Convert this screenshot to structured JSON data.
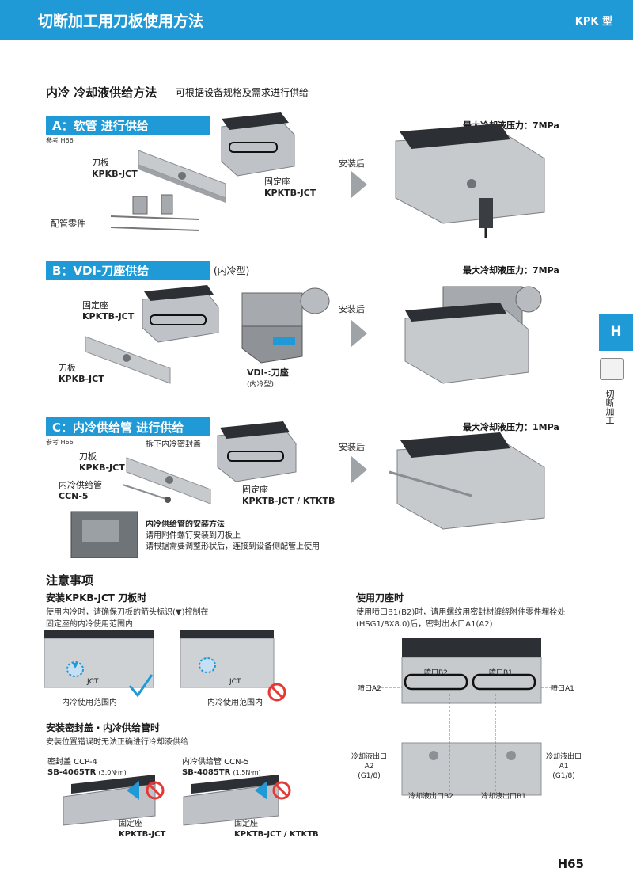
{
  "header": {
    "title": "切断加工用刀板使用方法",
    "type": "KPK 型"
  },
  "section": {
    "title": "内冷 冷却液供给方法",
    "subtitle": "可根据设备规格及需求进行供给"
  },
  "a": {
    "bar": "A：软管 进行供给",
    "ref": "参考 H66",
    "blade_cn": "刀板",
    "blade_code": "KPKB-JCT",
    "holder_cn": "固定座",
    "holder_code": "KPKTB-JCT",
    "parts": "配管零件",
    "after": "安装后",
    "pressure": "最大冷却液压力：7MPa"
  },
  "b": {
    "bar": "B：VDI-刀座供给",
    "paren": "(内冷型)",
    "holder_cn": "固定座",
    "holder_code": "KPKTB-JCT",
    "blade_cn": "刀板",
    "blade_code": "KPKB-JCT",
    "vdi": "VDI-:刀座",
    "vdi_sub": "(内冷型)",
    "after": "安装后",
    "pressure": "最大冷却液压力：7MPa"
  },
  "c": {
    "bar": "C：内冷供给管 进行供给",
    "ref": "参考 H66",
    "remove": "拆下内冷密封盖",
    "blade_cn": "刀板",
    "blade_code": "KPKB-JCT",
    "pipe_cn": "内冷供给管",
    "pipe_code": "CCN-5",
    "holder_cn": "固定座",
    "holder_code": "KPKTB-JCT / KTKTB",
    "install_title": "内冷供给管的安装方法",
    "install_1": "请用附件螺钉安装到刀板上",
    "install_2": "请根据需要调整形状后，连接到设备侧配管上使用",
    "after": "安装后",
    "pressure": "最大冷却液压力：1MPa"
  },
  "side": {
    "tab": "H",
    "label": "切断加工"
  },
  "notes": {
    "title": "注意事项",
    "s1_title": "安装KPKB-JCT 刀板时",
    "s1_text1": "使用内冷时，请确保刀板的箭头标识(▼)控制在",
    "s1_text2": "固定座的内冷使用范围内",
    "range1": "内冷使用范围内",
    "range2": "内冷使用范围内",
    "jct": "JCT",
    "s2_title": "安装密封盖・内冷供给管时",
    "s2_text": "安装位置错误时无法正确进行冷却液供给",
    "cap_label": "密封盖 CCP-4",
    "cap_screw": "SB-4065TR",
    "cap_torque": "(3.0N·m)",
    "cap_holder_cn": "固定座",
    "cap_holder_code": "KPKTB-JCT",
    "pipe_label": "内冷供给管 CCN-5",
    "pipe_screw": "SB-4085TR",
    "pipe_torque": "(1.5N·m)",
    "pipe_holder_cn": "固定座",
    "pipe_holder_code": "KPKTB-JCT / KTKTB",
    "s3_title": "使用刀座时",
    "s3_text1": "使用喷口B1(B2)时，请用螺纹用密封材缠绕附件零件埋栓处",
    "s3_text2": "(HSG1/8X8.0)后，密封出水口A1(A2)",
    "b2": "喷口B2",
    "b1": "喷口B1",
    "a2": "喷口A2",
    "a1": "喷口A1",
    "out_a2_1": "冷却液出口",
    "out_a2_2": "A2",
    "out_a2_3": "(G1/8)",
    "out_a1_1": "冷却液出口",
    "out_a1_2": "A1",
    "out_a1_3": "(G1/8)",
    "out_b2": "冷却液出口B2",
    "out_b1": "冷却液出口B1"
  },
  "page": "H65",
  "colors": {
    "brand": "#1f9ad6",
    "forbid": "#e53935",
    "ok": "#1f9ad6"
  }
}
